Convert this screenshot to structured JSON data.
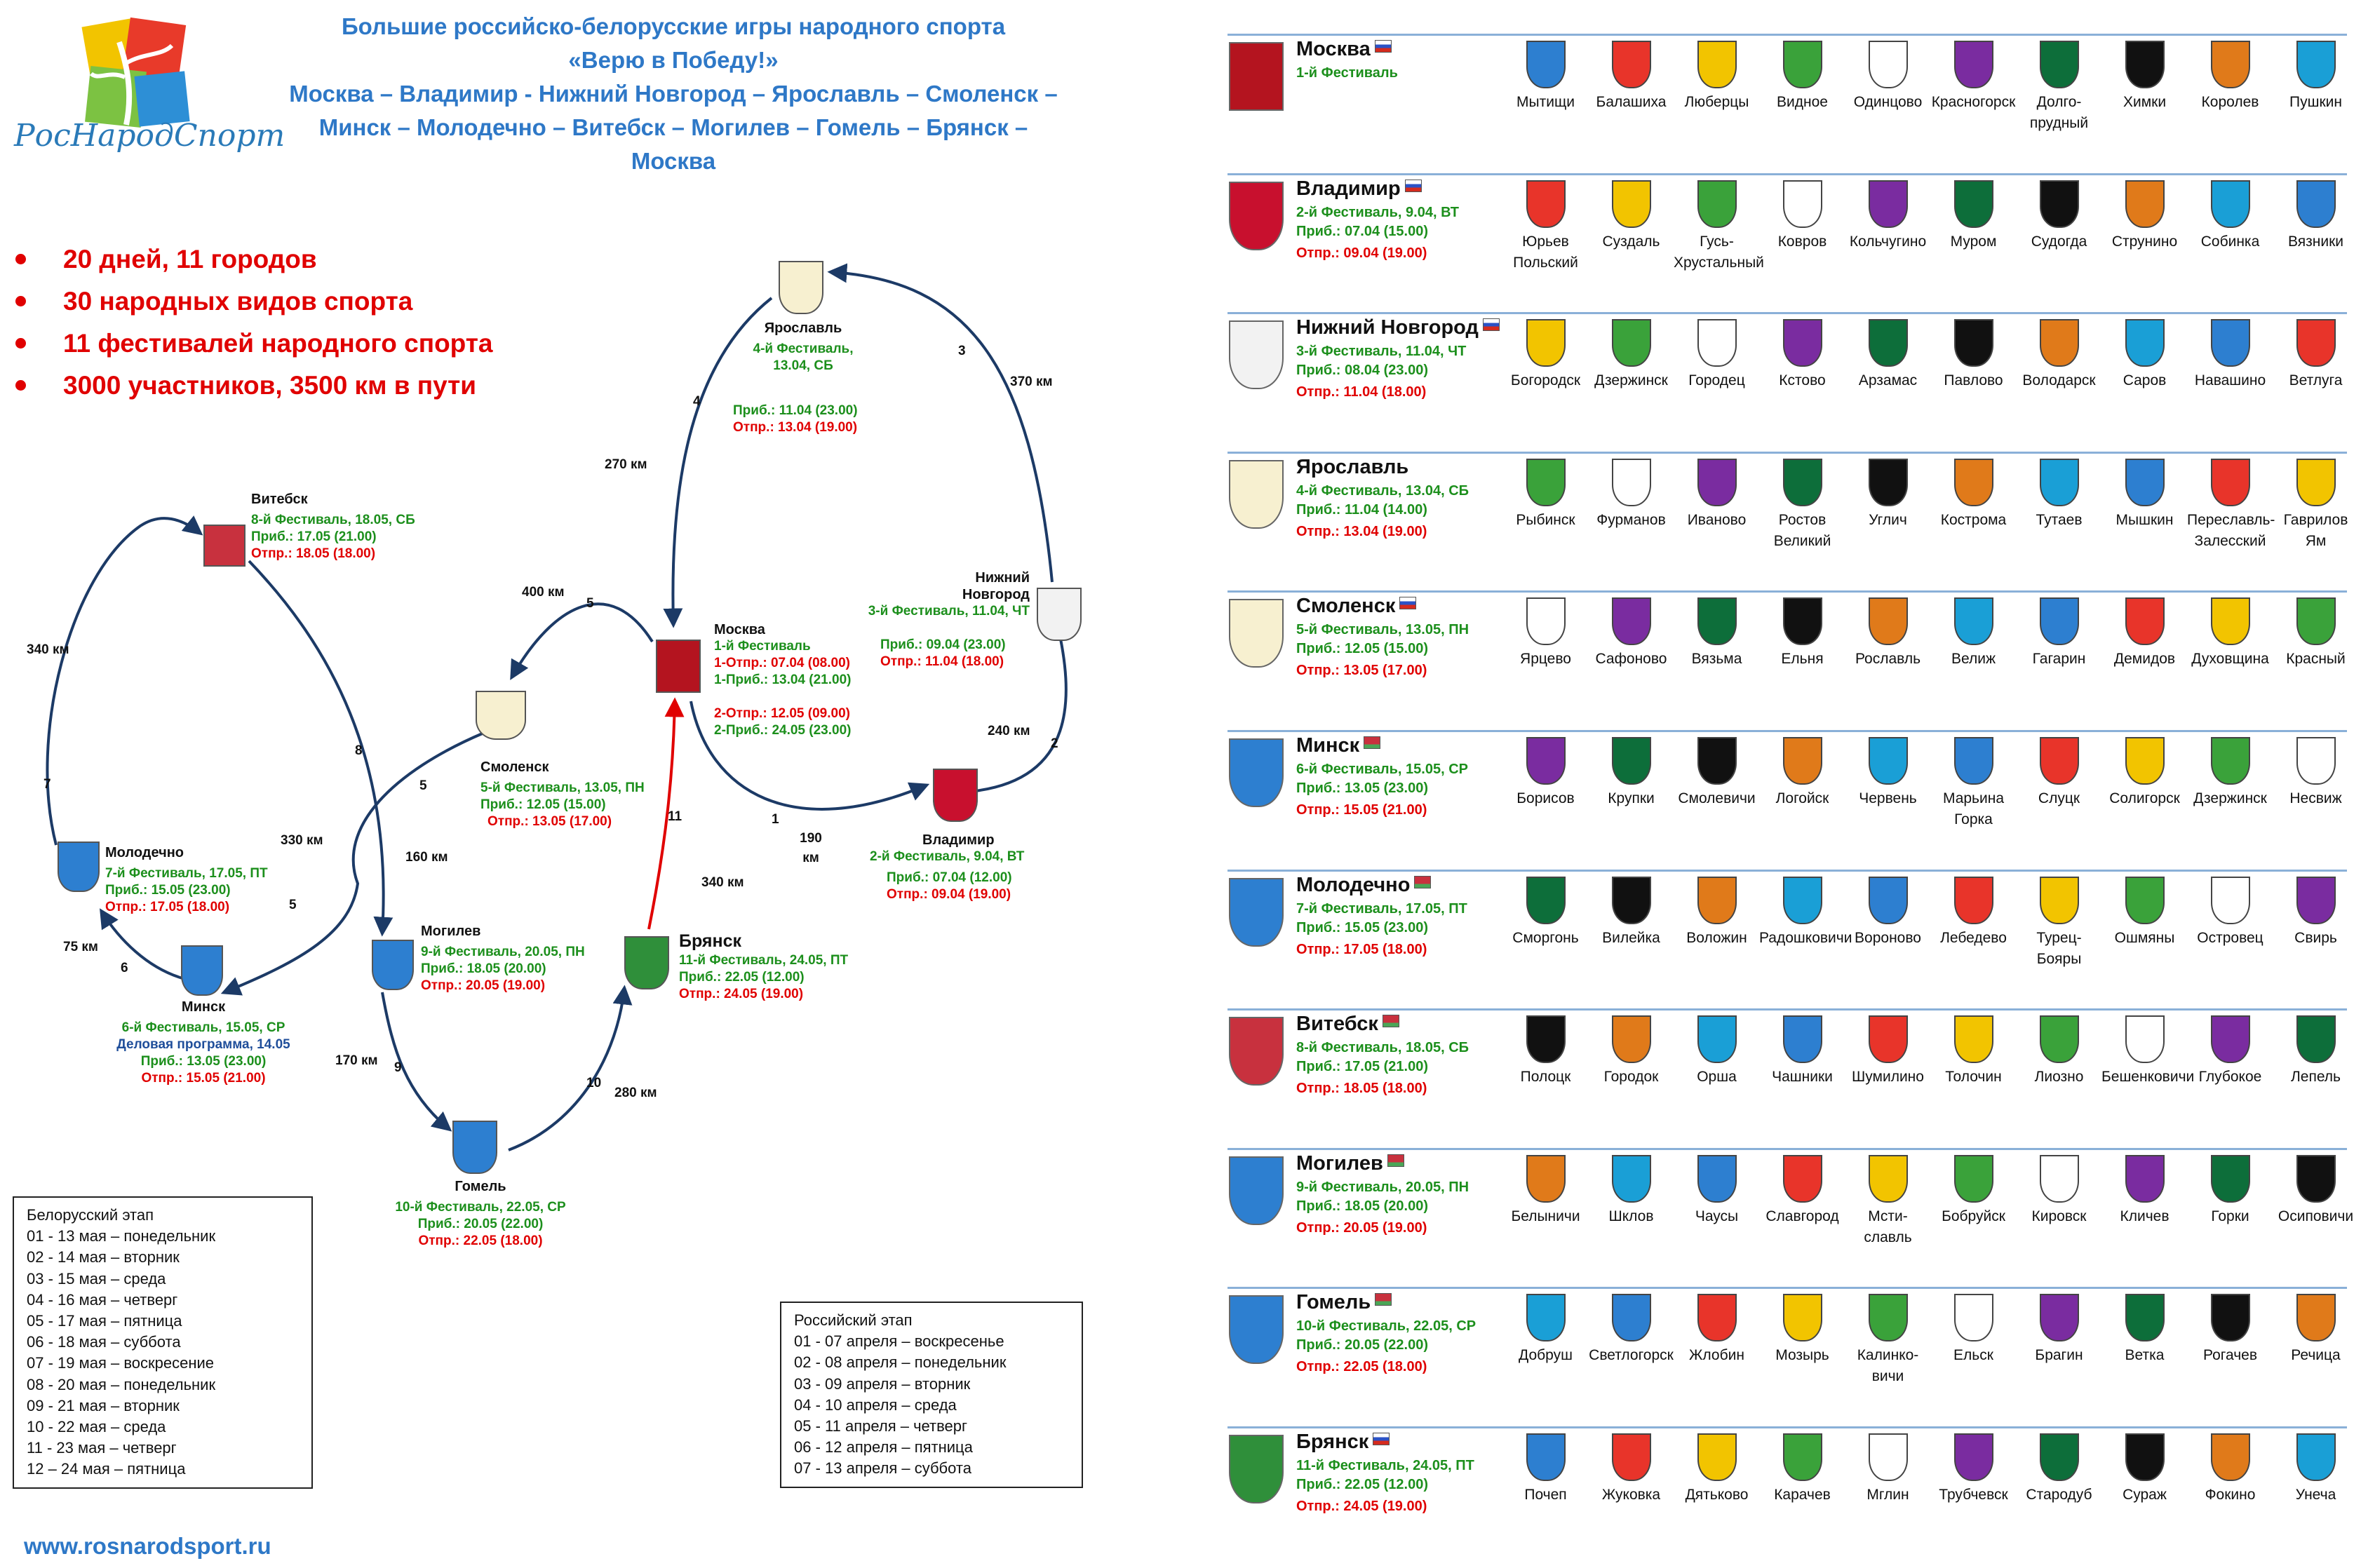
{
  "brand": {
    "logo_text": "РосНародСпорт"
  },
  "title_lines": [
    "Большие российско-белорусские игры народного спорта",
    "«Верю в Победу!»",
    "Москва – Владимир - Нижний Новгород – Ярославль – Смоленск –",
    "Минск – Молодечно – Витебск – Могилев – Гомель – Брянск –",
    "Москва"
  ],
  "bullets": [
    "20 дней, 11 городов",
    "30 народных видов спорта",
    "11 фестивалей народного спорта",
    "3000 участников, 3500 км в пути"
  ],
  "colors": {
    "title": "#2e78c7",
    "green": "#1c8f1c",
    "red": "#e00000",
    "route": "#1c3a66",
    "route_final": "#e00000"
  },
  "map": {
    "cities": [
      {
        "name": "Ярославль",
        "lines": [
          {
            "t": "4-й Фестиваль,",
            "c": "g"
          },
          {
            "t": "13.04, СБ",
            "c": "g"
          },
          {
            "t": "",
            "c": "g"
          },
          {
            "t": "Приб.: 11.04 (23.00)",
            "c": "g"
          },
          {
            "t": "Отпр.: 13.04 (19.00)",
            "c": "r"
          }
        ]
      },
      {
        "name": "Нижний",
        "name2": "Новгород",
        "lines": [
          {
            "t": "3-й Фестиваль, 11.04, ЧТ",
            "c": "g"
          },
          {
            "t": "Приб.: 09.04 (23.00)",
            "c": "g"
          },
          {
            "t": "Отпр.: 11.04 (18.00)",
            "c": "r"
          }
        ]
      },
      {
        "name": "Москва",
        "lines": [
          {
            "t": "1-й Фестиваль",
            "c": "g"
          },
          {
            "t": "1-Отпр.: 07.04 (08.00)",
            "c": "r"
          },
          {
            "t": "1-Приб.: 13.04 (21.00)",
            "c": "g"
          },
          {
            "t": "",
            "c": "g"
          },
          {
            "t": "2-Отпр.: 12.05 (09.00)",
            "c": "r"
          },
          {
            "t": "2-Приб.: 24.05 (23.00)",
            "c": "g"
          }
        ]
      },
      {
        "name": "Владимир",
        "lines": [
          {
            "t": "2-й Фестиваль, 9.04, ВТ",
            "c": "g"
          },
          {
            "t": "Приб.: 07.04 (12.00)",
            "c": "g"
          },
          {
            "t": "Отпр.: 09.04 (19.00)",
            "c": "r"
          }
        ]
      },
      {
        "name": "Смоленск",
        "lines": [
          {
            "t": "5-й Фестиваль, 13.05, ПН",
            "c": "g"
          },
          {
            "t": "Приб.: 12.05 (15.00)",
            "c": "g"
          },
          {
            "t": "Отпр.: 13.05 (17.00)",
            "c": "r"
          }
        ]
      },
      {
        "name": "Витебск",
        "lines": [
          {
            "t": "8-й Фестиваль, 18.05, СБ",
            "c": "g"
          },
          {
            "t": "Приб.: 17.05 (21.00)",
            "c": "g"
          },
          {
            "t": "Отпр.: 18.05 (18.00)",
            "c": "r"
          }
        ]
      },
      {
        "name": "Молодечно",
        "lines": [
          {
            "t": "7-й Фестиваль, 17.05, ПТ",
            "c": "g"
          },
          {
            "t": "Приб.: 15.05 (23.00)",
            "c": "g"
          },
          {
            "t": "Отпр.: 17.05 (18.00)",
            "c": "r"
          }
        ]
      },
      {
        "name": "Минск",
        "lines": [
          {
            "t": "6-й Фестиваль, 15.05, СР",
            "c": "g"
          },
          {
            "t": "Деловая программа, 14.05",
            "c": "b"
          },
          {
            "t": "Приб.: 13.05 (23.00)",
            "c": "g"
          },
          {
            "t": "Отпр.: 15.05 (21.00)",
            "c": "r"
          }
        ]
      },
      {
        "name": "Могилев",
        "lines": [
          {
            "t": "9-й Фестиваль, 20.05, ПН",
            "c": "g"
          },
          {
            "t": "Приб.: 18.05 (20.00)",
            "c": "g"
          },
          {
            "t": "Отпр.: 20.05 (19.00)",
            "c": "r"
          }
        ]
      },
      {
        "name": "Гомель",
        "lines": [
          {
            "t": "10-й Фестиваль, 22.05, СР",
            "c": "g"
          },
          {
            "t": "Приб.: 20.05 (22.00)",
            "c": "g"
          },
          {
            "t": "Отпр.: 22.05 (18.00)",
            "c": "r"
          }
        ]
      },
      {
        "name": "Брянск",
        "lines": [
          {
            "t": "11-й Фестиваль, 24.05, ПТ",
            "c": "g"
          },
          {
            "t": "Приб.: 22.05 (12.00)",
            "c": "g"
          },
          {
            "t": "Отпр.: 24.05 (19.00)",
            "c": "r"
          }
        ]
      }
    ],
    "distances": [
      "270 км",
      "370 км",
      "240 км",
      "190 км",
      "400 км",
      "330 км",
      "75 км",
      "340 км",
      "160 км",
      "170 км",
      "280 км",
      "340 км"
    ],
    "segments": [
      "1",
      "2",
      "3",
      "4",
      "5",
      "5",
      "6",
      "7",
      "8",
      "9",
      "10",
      "11"
    ]
  },
  "legend_by": {
    "title": "Белорусский этап",
    "rows": [
      "01  - 13 мая – понедельник",
      "02  - 14 мая – вторник",
      "03  - 15 мая – среда",
      "04  - 16 мая – четверг",
      "05  - 17 мая – пятница",
      "06  - 18 мая – суббота",
      "07  - 19 мая – воскресение",
      "08  - 20 мая – понедельник",
      "09  - 21 мая – вторник",
      "10  - 22 мая – среда",
      "11  - 23 мая – четверг",
      "12 – 24 мая – пятница"
    ]
  },
  "legend_ru": {
    "title": "Российский этап",
    "rows": [
      "01  - 07 апреля – воскресенье",
      "02  - 08 апреля – понедельник",
      "03  - 09 апреля – вторник",
      "04  - 10 апреля – среда",
      "05  - 11 апреля – четверг",
      "06  - 12 апреля – пятница",
      "07  - 13 апреля – суббота"
    ]
  },
  "website": "www.rosnarodsport.ru",
  "regions": [
    {
      "name": "Москва",
      "flag": "ru",
      "lines": [
        {
          "t": "1-й Фестиваль",
          "c": "g"
        }
      ],
      "towns": [
        "Мытищи",
        "Балашиха",
        "Люберцы",
        "Видное",
        "Одинцово",
        "Красногорск",
        "Долго-прудный",
        "Химки",
        "Королев",
        "Пушкин"
      ]
    },
    {
      "name": "Владимир",
      "flag": "ru",
      "lines": [
        {
          "t": "2-й Фестиваль, 9.04, ВТ",
          "c": "g"
        },
        {
          "t": "Приб.: 07.04 (15.00)",
          "c": "g"
        },
        {
          "t": "Отпр.: 09.04 (19.00)",
          "c": "r"
        }
      ],
      "towns": [
        "Юрьев Польский",
        "Суздаль",
        "Гусь-Хрустальный",
        "Ковров",
        "Кольчугино",
        "Муром",
        "Судогда",
        "Струнино",
        "Собинка",
        "Вязники"
      ]
    },
    {
      "name": "Нижний Новгород",
      "flag": "ru",
      "lines": [
        {
          "t": "3-й Фестиваль, 11.04, ЧТ",
          "c": "g"
        },
        {
          "t": "Приб.: 08.04 (23.00)",
          "c": "g"
        },
        {
          "t": "Отпр.: 11.04 (18.00)",
          "c": "r"
        }
      ],
      "towns": [
        "Богородск",
        "Дзержинск",
        "Городец",
        "Кстово",
        "Арзамас",
        "Павлово",
        "Володарск",
        "Саров",
        "Навашино",
        "Ветлуга"
      ]
    },
    {
      "name": "Ярославль",
      "flag": "",
      "lines": [
        {
          "t": "4-й Фестиваль, 13.04, СБ",
          "c": "g"
        },
        {
          "t": "Приб.: 11.04 (14.00)",
          "c": "g"
        },
        {
          "t": "Отпр.: 13.04 (19.00)",
          "c": "r"
        }
      ],
      "towns": [
        "Рыбинск",
        "Фурманов",
        "Иваново",
        "Ростов Великий",
        "Углич",
        "Кострома",
        "Тутаев",
        "Мышкин",
        "Переславль-Залесский",
        "Гаврилов Ям"
      ]
    },
    {
      "name": "Смоленск",
      "flag": "ru",
      "lines": [
        {
          "t": "5-й Фестиваль, 13.05, ПН",
          "c": "g"
        },
        {
          "t": "Приб.: 12.05 (15.00)",
          "c": "g"
        },
        {
          "t": "Отпр.: 13.05 (17.00)",
          "c": "r"
        }
      ],
      "towns": [
        "Ярцево",
        "Сафоново",
        "Вязьма",
        "Ельня",
        "Рославль",
        "Велиж",
        "Гагарин",
        "Демидов",
        "Духовщина",
        "Красный"
      ]
    },
    {
      "name": "Минск",
      "flag": "by",
      "lines": [
        {
          "t": "6-й Фестиваль, 15.05, СР",
          "c": "g"
        },
        {
          "t": "Приб.: 13.05 (23.00)",
          "c": "g"
        },
        {
          "t": "Отпр.: 15.05 (21.00)",
          "c": "r"
        }
      ],
      "towns": [
        "Борисов",
        "Крупки",
        "Смолевичи",
        "Логойск",
        "Червень",
        "Марьина Горка",
        "Слуцк",
        "Солигорск",
        "Дзержинск",
        "Несвиж"
      ]
    },
    {
      "name": "Молодечно",
      "flag": "by",
      "lines": [
        {
          "t": "7-й Фестиваль, 17.05, ПТ",
          "c": "g"
        },
        {
          "t": "Приб.: 15.05 (23.00)",
          "c": "g"
        },
        {
          "t": "Отпр.: 17.05 (18.00)",
          "c": "r"
        }
      ],
      "towns": [
        "Сморгонь",
        "Вилейка",
        "Воложин",
        "Радошковичи",
        "Вороново",
        "Лебедево",
        "Турец-Бояры",
        "Ошмяны",
        "Островец",
        "Свирь"
      ]
    },
    {
      "name": "Витебск",
      "flag": "by",
      "lines": [
        {
          "t": "8-й Фестиваль, 18.05, СБ",
          "c": "g"
        },
        {
          "t": "Приб.: 17.05 (21.00)",
          "c": "g"
        },
        {
          "t": "Отпр.: 18.05 (18.00)",
          "c": "r"
        }
      ],
      "towns": [
        "Полоцк",
        "Городок",
        "Орша",
        "Чашники",
        "Шумилино",
        "Толочин",
        "Лиозно",
        "Бешенковичи",
        "Глубокое",
        "Лепель"
      ]
    },
    {
      "name": "Могилев",
      "flag": "by",
      "lines": [
        {
          "t": "9-й Фестиваль, 20.05, ПН",
          "c": "g"
        },
        {
          "t": "Приб.: 18.05 (20.00)",
          "c": "g"
        },
        {
          "t": "Отпр.: 20.05 (19.00)",
          "c": "r"
        }
      ],
      "towns": [
        "Белыничи",
        "Шклов",
        "Чаусы",
        "Славгород",
        "Мсти-славль",
        "Бобруйск",
        "Кировск",
        "Кличев",
        "Горки",
        "Осиповичи"
      ]
    },
    {
      "name": "Гомель",
      "flag": "by",
      "lines": [
        {
          "t": "10-й Фестиваль, 22.05, СР",
          "c": "g"
        },
        {
          "t": "Приб.: 20.05 (22.00)",
          "c": "g"
        },
        {
          "t": "Отпр.: 22.05 (18.00)",
          "c": "r"
        }
      ],
      "towns": [
        "Добруш",
        "Светлогорск",
        "Жлобин",
        "Мозырь",
        "Калинко-вичи",
        "Ельск",
        "Брагин",
        "Ветка",
        "Рогачев",
        "Речица"
      ]
    },
    {
      "name": "Брянск",
      "flag": "ru",
      "lines": [
        {
          "t": "11-й Фестиваль, 24.05, ПТ",
          "c": "g"
        },
        {
          "t": "Приб.: 22.05 (12.00)",
          "c": "g"
        },
        {
          "t": "Отпр.: 24.05 (19.00)",
          "c": "r"
        }
      ],
      "towns": [
        "Почеп",
        "Жуковка",
        "Дятьково",
        "Карачев",
        "Мглин",
        "Трубчевск",
        "Стародуб",
        "Сураж",
        "Фокино",
        "Унеча"
      ]
    }
  ]
}
